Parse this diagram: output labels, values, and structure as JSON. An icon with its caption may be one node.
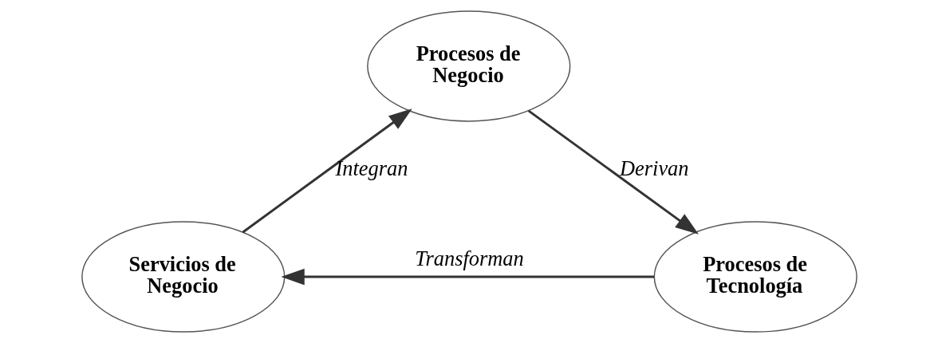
{
  "diagram": {
    "nodes": [
      {
        "text": [
          "Procesos de Negocio"
        ]
      },
      {
        "text": [
          "Servicios de Negocio"
        ]
      },
      {
        "text": [
          "Procesos de Tecnología"
        ]
      }
    ],
    "edges": [
      {
        "from": 1,
        "to": 0,
        "arrow": "to",
        "label": "Integran"
      },
      {
        "from": 0,
        "to": 2,
        "arrow": "to",
        "label": "Derivan"
      },
      {
        "from": 2,
        "to": 1,
        "arrow": "to",
        "label": "Transforman"
      }
    ]
  }
}
